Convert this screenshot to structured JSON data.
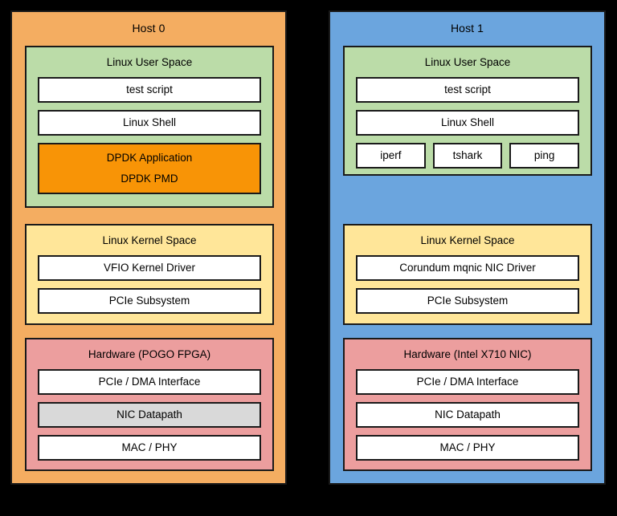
{
  "colors": {
    "background": "#000000",
    "host0_panel": "#F4AD61",
    "host1_panel": "#6BA5DE",
    "user_space": "#BBDCA8",
    "kernel_space": "#FFE699",
    "hardware": "#EC9E9E",
    "item_default": "#FFFFFF",
    "item_accent": "#F89406",
    "item_gray": "#D9D9D9",
    "stroke": "#1A1A1A"
  },
  "hosts": [
    {
      "title": "Host 0",
      "layers": [
        {
          "title": "Linux User Space",
          "items": [
            {
              "label": "test script"
            },
            {
              "label": "Linux Shell"
            }
          ],
          "accent_item": {
            "line1": "DPDK Application",
            "line2": "DPDK PMD"
          }
        },
        {
          "title": "Linux Kernel Space",
          "items": [
            {
              "label": "VFIO Kernel Driver"
            },
            {
              "label": "PCIe Subsystem"
            }
          ]
        },
        {
          "title": "Hardware (POGO FPGA)",
          "items": [
            {
              "label": "PCIe / DMA Interface"
            },
            {
              "label": "NIC Datapath"
            },
            {
              "label": "MAC / PHY"
            }
          ]
        }
      ]
    },
    {
      "title": "Host 1",
      "layers": [
        {
          "title": "Linux User Space",
          "items": [
            {
              "label": "test script"
            },
            {
              "label": "Linux Shell"
            }
          ],
          "tools": [
            {
              "label": "iperf"
            },
            {
              "label": "tshark"
            },
            {
              "label": "ping"
            }
          ]
        },
        {
          "title": "Linux Kernel Space",
          "items": [
            {
              "label": "Corundum mqnic NIC Driver"
            },
            {
              "label": "PCIe Subsystem"
            }
          ]
        },
        {
          "title": "Hardware (Intel X710 NIC)",
          "items": [
            {
              "label": "PCIe / DMA Interface"
            },
            {
              "label": "NIC Datapath"
            },
            {
              "label": "MAC / PHY"
            }
          ]
        }
      ]
    }
  ]
}
